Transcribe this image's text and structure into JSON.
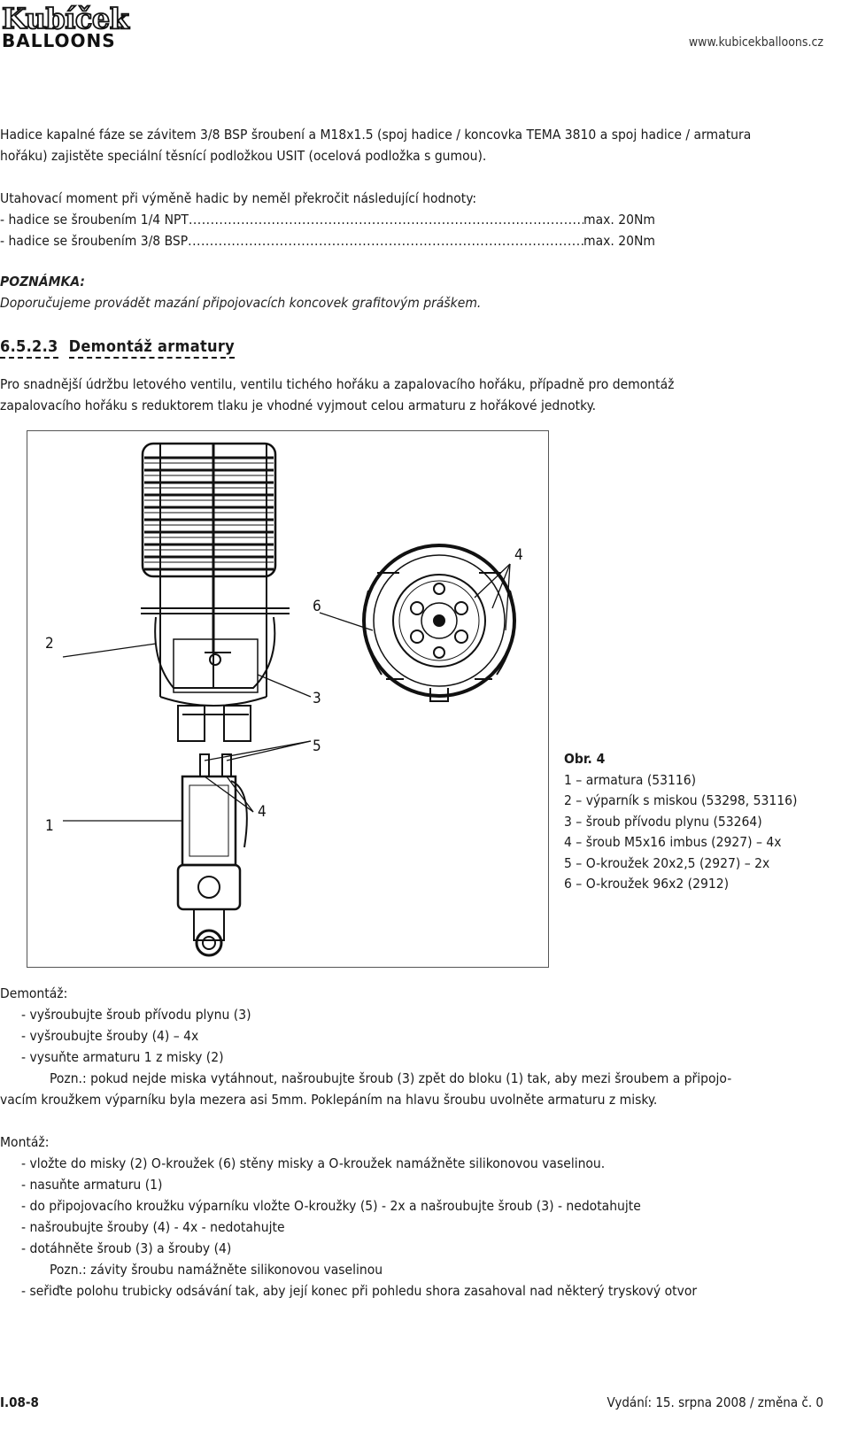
{
  "header": {
    "logo_top": "Kubíček",
    "logo_bottom": "BALLOONS",
    "website": "www.kubicekballoons.cz"
  },
  "intro": {
    "line1": "Hadice kapalné fáze se závitem 3/8 BSP šroubení a M18x1.5 (spoj hadice / koncovka TEMA 3810 a spoj hadice / armatura",
    "line2": "hořáku) zajistěte speciální těsnící podložkou USIT (ocelová podložka s gumou)."
  },
  "torque": {
    "heading": "Utahovací moment při výměně hadic by neměl překročit následující hodnoty:",
    "rows": [
      {
        "label": "-  hadice se šroubením 1/4 NPT",
        "value": " max. 20Nm"
      },
      {
        "label": "-  hadice se šroubením 3/8 BSP",
        "value": " max. 20Nm"
      }
    ]
  },
  "note": {
    "title": "POZNÁMKA:",
    "text": "Doporučujeme provádět mazání připojovacích koncovek grafitovým práškem."
  },
  "section": {
    "number": "6.5.2.3",
    "title": "Demontáž armatury",
    "line1": "Pro snadnější údržbu letového ventilu, ventilu tichého hořáku a zapalovacího hořáku, případně pro demontáž",
    "line2": "zapalovacího hořáku s reduktorem tlaku je vhodné vyjmout celou armaturu z hořákové jednotky."
  },
  "figure": {
    "callouts": [
      "4",
      "6",
      "2",
      "3",
      "5",
      "4",
      "1"
    ],
    "caption_title": "Obr. 4",
    "caption_items": [
      "1 – armatura (53116)",
      "2 – výparník s miskou (53298, 53116)",
      "3 – šroub přívodu plynu (53264)",
      "4 – šroub M5x16 imbus (2927) – 4x",
      "5 – O-kroužek 20x2,5 (2927) – 2x",
      "6 – O-kroužek 96x2 (2912)"
    ]
  },
  "demontaz": {
    "title": "Demontáž:",
    "items": [
      "-  vyšroubujte šroub přívodu plynu (3)",
      "-  vyšroubujte šrouby (4) – 4x",
      "-  vysuňte armaturu 1 z misky (2)"
    ],
    "note_line1": "Pozn.: pokud nejde miska vytáhnout, našroubujte šroub (3) zpět do bloku (1) tak, aby mezi šroubem a připojo-",
    "note_line2": "vacím kroužkem výparníku byla mezera asi 5mm. Poklepáním na hlavu šroubu uvolněte armaturu z misky."
  },
  "montaz": {
    "title": "Montáž:",
    "items": [
      "-  vložte do misky (2) O-kroužek (6) stěny misky a O-kroužek namážněte silikonovou vaselinou.",
      "-  nasuňte armaturu (1)",
      "-  do připojovacího kroužku výparníku vložte O-kroužky (5) - 2x a našroubujte šroub (3) - nedotahujte",
      "-  našroubujte šrouby (4) - 4x - nedotahujte",
      "-  dotáhněte šroub (3) a šrouby (4)"
    ],
    "note": "Pozn.: závity šroubu namážněte silikonovou vaselinou",
    "last_item": "-  seřiďte polohu trubicky odsávání tak, aby její konec při pohledu shora zasahoval nad některý tryskový otvor"
  },
  "footer": {
    "page": "I.08-8",
    "edition": "Vydání: 15. srpna 2008 / změna č. 0"
  }
}
